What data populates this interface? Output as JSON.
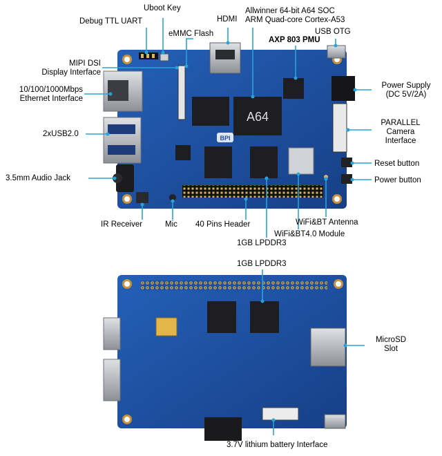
{
  "top_board": {
    "logo": "BPI",
    "soc_marking": "A64",
    "labels": {
      "uboot_key": "Uboot Key",
      "debug_ttl_uart": "Debug TTL UART",
      "emmc_flash": "eMMC Flash",
      "hdmi": "HDMI",
      "soc_line1": "Allwinner 64-bit A64 SOC",
      "soc_line2": "ARM Quad-core Cortex-A53",
      "axp_pmu": "AXP 803 PMU",
      "usb_otg": "USB OTG",
      "mipi_line1": "MIPI DSI",
      "mipi_line2": "Display Interface",
      "ethernet_line1": "10/100/1000Mbps",
      "ethernet_line2": "Ethernet Interface",
      "usb2": "2xUSB2.0",
      "audio_jack": "3.5mm Audio Jack",
      "power_supply_line1": "Power Supply",
      "power_supply_line2": "(DC 5V/2A)",
      "parallel_line1": "PARALLEL",
      "parallel_line2": "Camera",
      "parallel_line3": "Interface",
      "reset_button": "Reset button",
      "power_button": "Power button",
      "ir_receiver": "IR Receiver",
      "mic": "Mic",
      "pins_header": "40 Pins Header",
      "wifi_antenna": "WiFi&BT Antenna",
      "wifi_module": "WiFi&BT4.0 Module",
      "lpddr3": "1GB LPDDR3"
    }
  },
  "bottom_board": {
    "labels": {
      "lpddr3": "1GB LPDDR3",
      "microsd_line1": "MicroSD",
      "microsd_line2": "Slot",
      "battery": "3.7V lithium battery Interface"
    }
  },
  "colors": {
    "pcb_blue": "#1b4fa0",
    "pcb_light": "#2a68c0",
    "callout_cyan": "#27a3d8",
    "chip_dark": "#1e1e22",
    "metal": "#b9bcc1",
    "gold": "#d6b15a"
  }
}
